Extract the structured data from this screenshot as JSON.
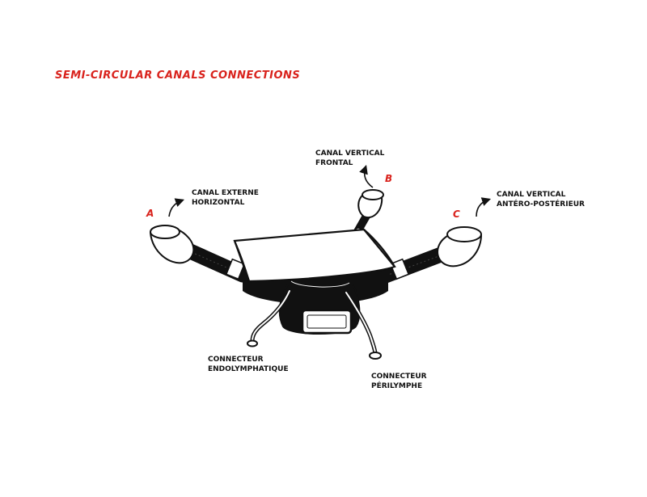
{
  "title": "SEMI-CIRCULAR CANALS CONNECTIONS",
  "colors": {
    "accent": "#d9231d",
    "ink": "#111111",
    "fill": "#ffffff"
  },
  "canals": [
    {
      "letter": "A",
      "line1": "CANAL EXTERNE",
      "line2": "HORIZONTAL"
    },
    {
      "letter": "B",
      "line1": "CANAL VERTICAL",
      "line2": "FRONTAL"
    },
    {
      "letter": "C",
      "line1": "CANAL VERTICAL",
      "line2": "ANTÉRO-POSTÉRIEUR"
    }
  ],
  "connectors": [
    {
      "line1": "CONNECTEUR",
      "line2": "ENDOLYMPHATIQUE"
    },
    {
      "line1": "CONNECTEUR",
      "line2": "PÉRILYMPHE"
    }
  ]
}
